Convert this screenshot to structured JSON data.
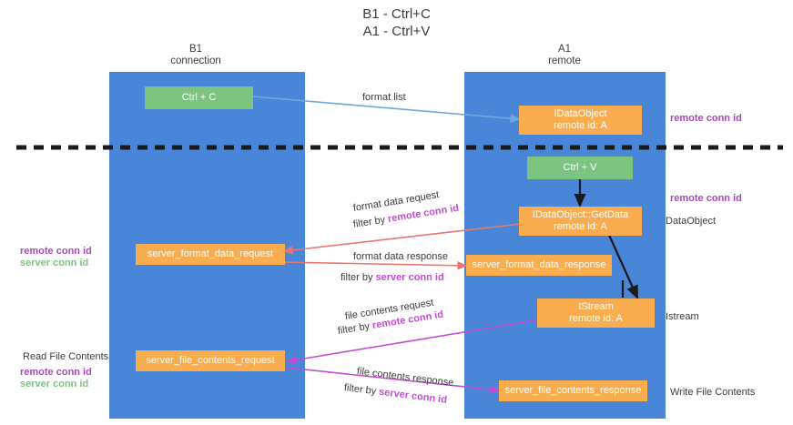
{
  "title": {
    "line1": "B1 - Ctrl+C",
    "line2": "A1 - Ctrl+V"
  },
  "lanes": [
    {
      "name": "B1",
      "sub": "connection"
    },
    {
      "name": "A1",
      "sub": "remote"
    }
  ],
  "boxes": {
    "ctrl_c": "Ctrl + C",
    "ctrl_v": "Ctrl + V",
    "idataobject": {
      "l1": "IDataObject",
      "l2": "remote id: A"
    },
    "getdata": {
      "l1": "IDataObject::GetData",
      "l2": "remote id: A"
    },
    "istream": {
      "l1": "IStream",
      "l2": "remote id: A"
    },
    "server_format_data_request": "server_format_data_request",
    "server_format_data_response": "server_format_data_response",
    "server_file_contents_request": "server_file_contents_request",
    "server_file_contents_response": "server_file_contents_response"
  },
  "arrows": {
    "format_list": "format list",
    "format_data_request": "format data request",
    "format_data_request_filter_prefix": "filter by ",
    "format_data_request_filter_key": "remote conn id",
    "format_data_response": "format data response",
    "format_data_response_filter_prefix": "filter by ",
    "format_data_response_filter_key": "server conn id",
    "file_contents_request": "file contents request",
    "file_contents_request_filter_prefix": "filter by ",
    "file_contents_request_filter_key": "remote conn id",
    "file_contents_response": "file contents response",
    "file_contents_response_filter_prefix": "filter by ",
    "file_contents_response_filter_key": "server conn id"
  },
  "side_labels": {
    "right_top_conn": "remote conn id",
    "right_mid_conn": "remote conn id",
    "dataobject": "DataObject",
    "istream": "Istream",
    "write_file_contents": "Write File Contents",
    "left_mid_remote": "remote conn id",
    "left_mid_server": "server conn id",
    "read_file_contents": "Read File Contents",
    "left_bot_remote": "remote conn id",
    "left_bot_server": "server conn id"
  },
  "colors": {
    "lane": "#4a86d8",
    "green_box": "#7cc47f",
    "orange_box": "#f9ad4e",
    "purple": "#ab47bc",
    "arrow_blue": "#6fa8dc",
    "arrow_red": "#e8776f",
    "arrow_magenta": "#c44bd4",
    "arrow_black": "#1a1a1a",
    "divider": "#1a1a1a"
  }
}
